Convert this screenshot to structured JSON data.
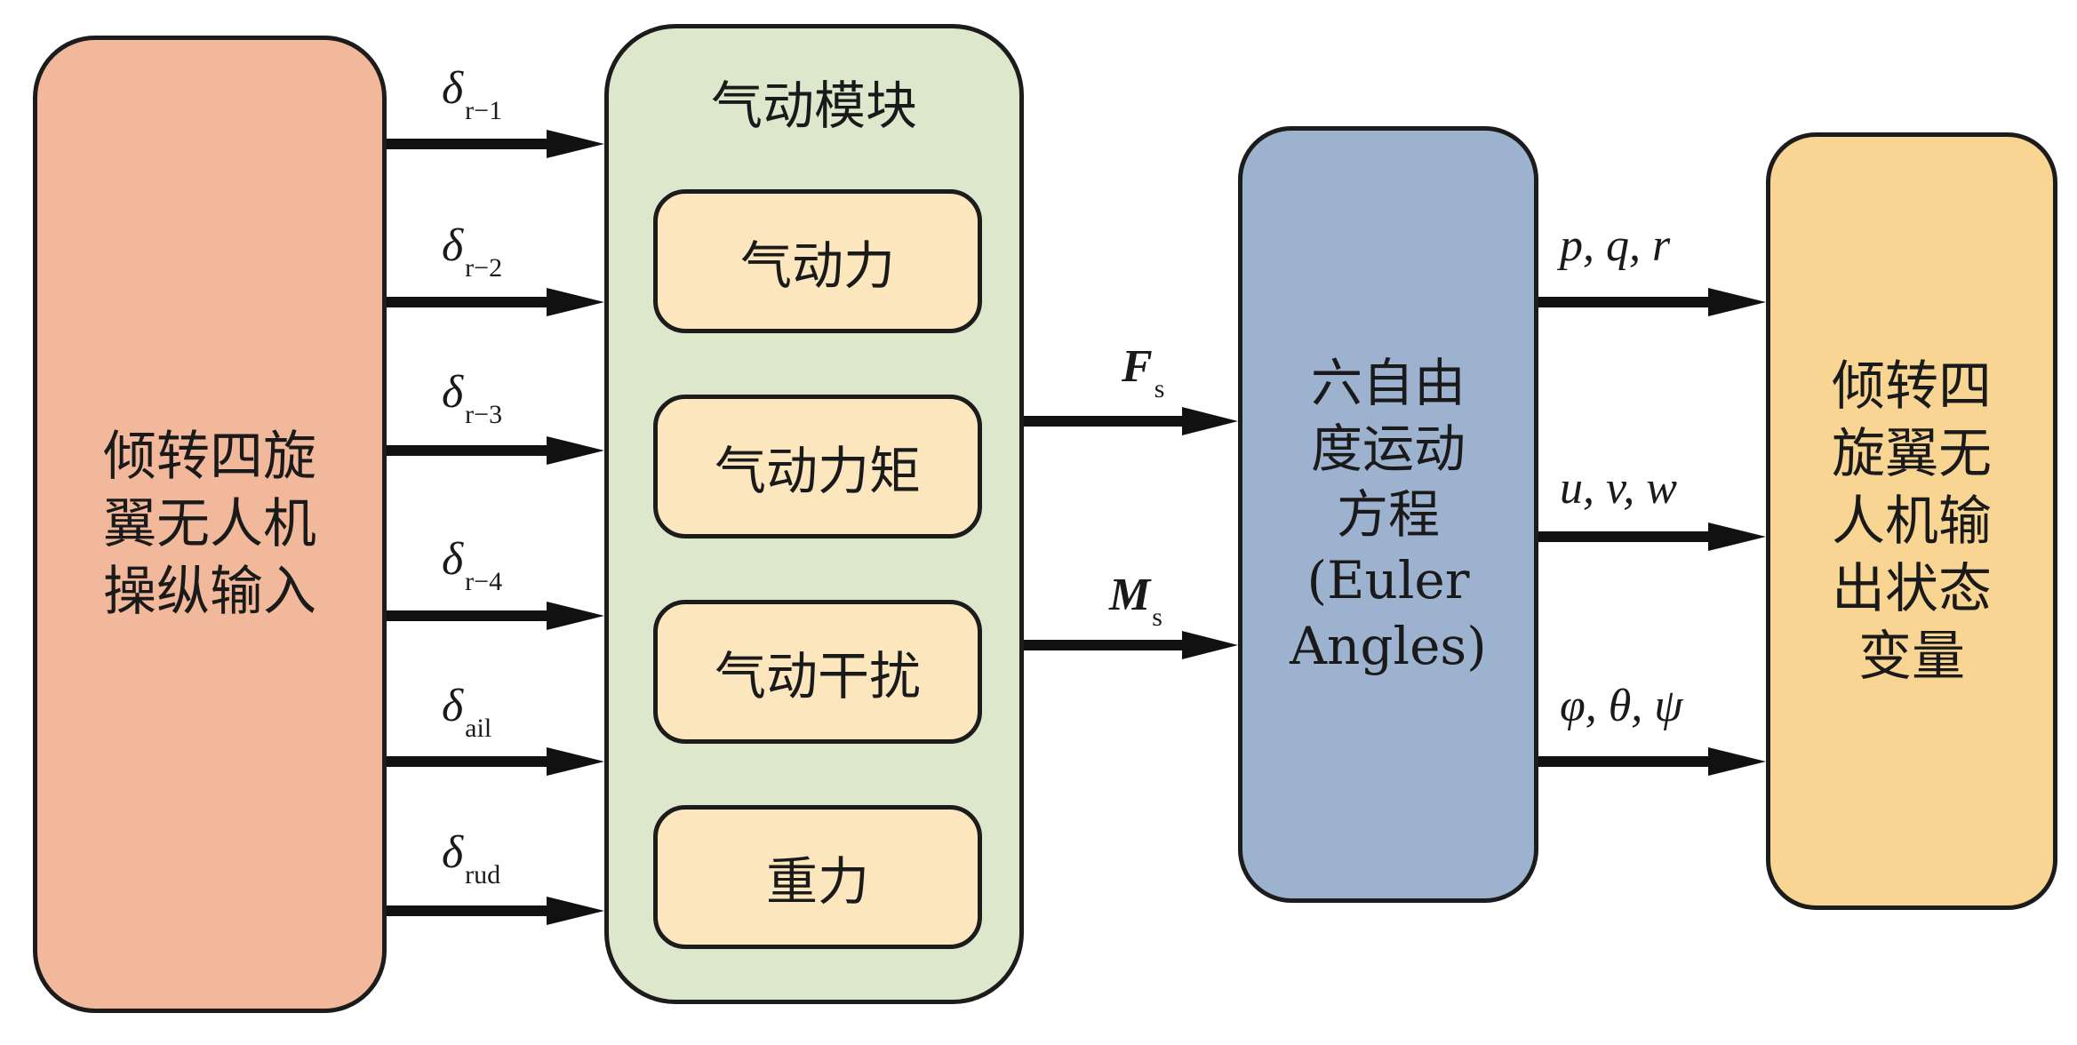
{
  "left_block": {
    "label": "倾转四旋\n翼无人机\n操纵输入"
  },
  "aero_module": {
    "title": "气动模块",
    "items": [
      "气动力",
      "气动力矩",
      "气动干扰",
      "重力"
    ]
  },
  "dynamics_block": {
    "label": "六自由\n度运动\n方程\n(Euler\nAngles)"
  },
  "output_block": {
    "label": "倾转四\n旋翼无\n人机输\n出状态\n变量"
  },
  "input_signals": [
    {
      "symbol": "δ",
      "subscript": "r−1"
    },
    {
      "symbol": "δ",
      "subscript": "r−2"
    },
    {
      "symbol": "δ",
      "subscript": "r−3"
    },
    {
      "symbol": "δ",
      "subscript": "r−4"
    },
    {
      "symbol": "δ",
      "subscript": "ail"
    },
    {
      "symbol": "δ",
      "subscript": "rud"
    }
  ],
  "force_signals": [
    {
      "symbol": "F",
      "subscript": "s"
    },
    {
      "symbol": "M",
      "subscript": "s"
    }
  ],
  "output_signals": [
    "p, q, r",
    "u, v, w",
    "φ, θ, ψ"
  ],
  "colors": {
    "input_block": "#F2B89B",
    "aero_module": "#DCE7CC",
    "aero_item": "#FCE6BE",
    "dynamics_block": "#9DB2CF",
    "output_block": "#F8D593",
    "stroke": "#1c1c1c"
  }
}
